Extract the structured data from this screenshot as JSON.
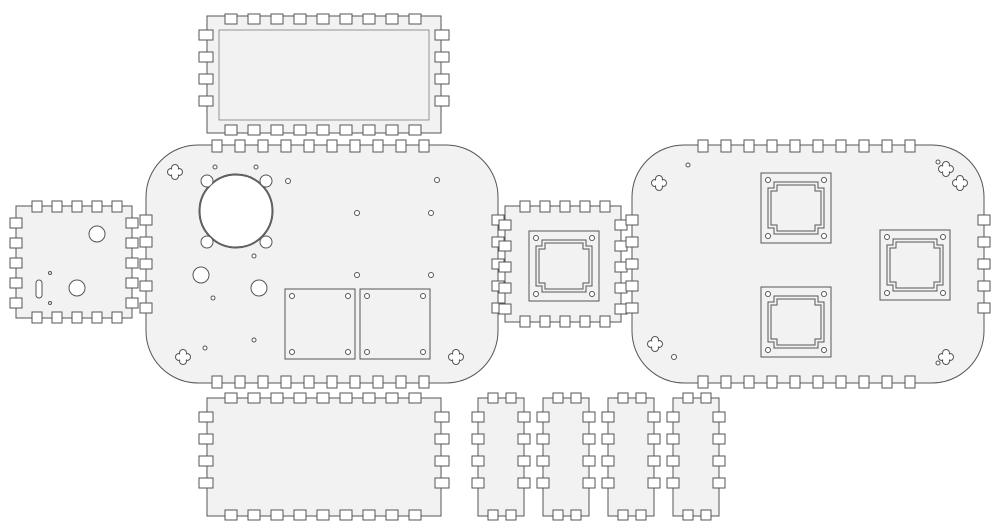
{
  "diagram": {
    "kind": "laser-cut enclosure panel layout",
    "colors": {
      "panel_fill": "#f2f2f2",
      "outline": "#555555",
      "background": "#ffffff"
    },
    "panels": [
      {
        "id": "top-side-panel",
        "shape": "finger-jointed rectangle"
      },
      {
        "id": "left-end-panel",
        "shape": "finger-jointed rectangle"
      },
      {
        "id": "main-base-plate",
        "shape": "rounded plate with finger joints"
      },
      {
        "id": "center-connector-panel",
        "shape": "finger-jointed rectangle"
      },
      {
        "id": "right-base-plate",
        "shape": "rounded plate with finger joints"
      },
      {
        "id": "bottom-side-panel",
        "shape": "finger-jointed rectangle"
      },
      {
        "id": "small-strip-panel-1",
        "shape": "finger-jointed strip"
      },
      {
        "id": "small-strip-panel-2",
        "shape": "finger-jointed strip"
      },
      {
        "id": "small-strip-panel-3",
        "shape": "finger-jointed strip"
      },
      {
        "id": "small-strip-panel-4",
        "shape": "finger-jointed strip"
      }
    ]
  }
}
